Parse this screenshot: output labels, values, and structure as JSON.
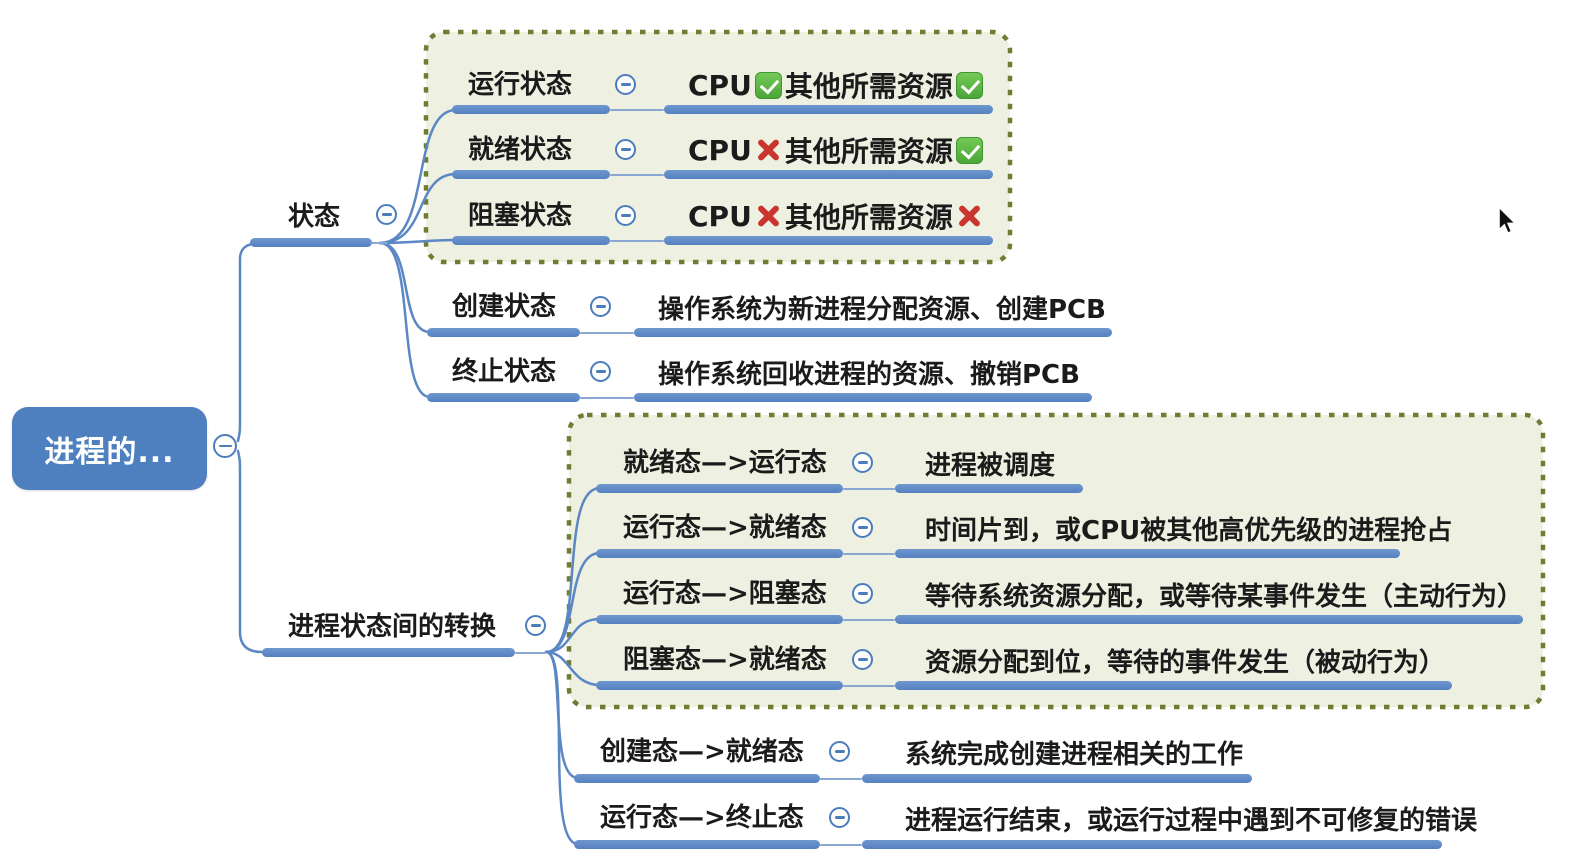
{
  "root": {
    "label": "进程的..."
  },
  "states": {
    "label": "状态",
    "group_rows": [
      {
        "label": "运行状态",
        "cpu_text": "CPU",
        "cpu_mark": "check",
        "res_text": "其他所需资源",
        "res_mark": "check"
      },
      {
        "label": "就绪状态",
        "cpu_text": "CPU",
        "cpu_mark": "cross",
        "res_text": "其他所需资源",
        "res_mark": "check"
      },
      {
        "label": "阻塞状态",
        "cpu_text": "CPU",
        "cpu_mark": "cross",
        "res_text": "其他所需资源",
        "res_mark": "cross"
      }
    ],
    "rows": [
      {
        "label": "创建状态",
        "content": "操作系统为新进程分配资源、创建PCB"
      },
      {
        "label": "终止状态",
        "content": "操作系统回收进程的资源、撤销PCB"
      }
    ]
  },
  "transitions": {
    "label": "进程状态间的转换",
    "group_rows": [
      {
        "label": "就绪态—>运行态",
        "content": "进程被调度"
      },
      {
        "label": "运行态—>就绪态",
        "content": "时间片到，或CPU被其他高优先级的进程抢占"
      },
      {
        "label": "运行态—>阻塞态",
        "content": "等待系统资源分配，或等待某事件发生（主动行为）"
      },
      {
        "label": "阻塞态—>就绪态",
        "content": "资源分配到位，等待的事件发生（被动行为）"
      }
    ],
    "rows": [
      {
        "label": "创建态—>就绪态",
        "content": "系统完成创建进程相关的工作"
      },
      {
        "label": "运行态—>终止态",
        "content": "进程运行结束，或运行过程中遇到不可修复的错误"
      }
    ]
  },
  "colors": {
    "branch_blue": "#5e8ac6",
    "root_fill": "#4e80c0",
    "group_border": "#6f7d33",
    "group_bg": "#eef1e2",
    "check_green": "#5cb64a",
    "cross_red": "#c9362e",
    "text": "#1b1b1b"
  }
}
